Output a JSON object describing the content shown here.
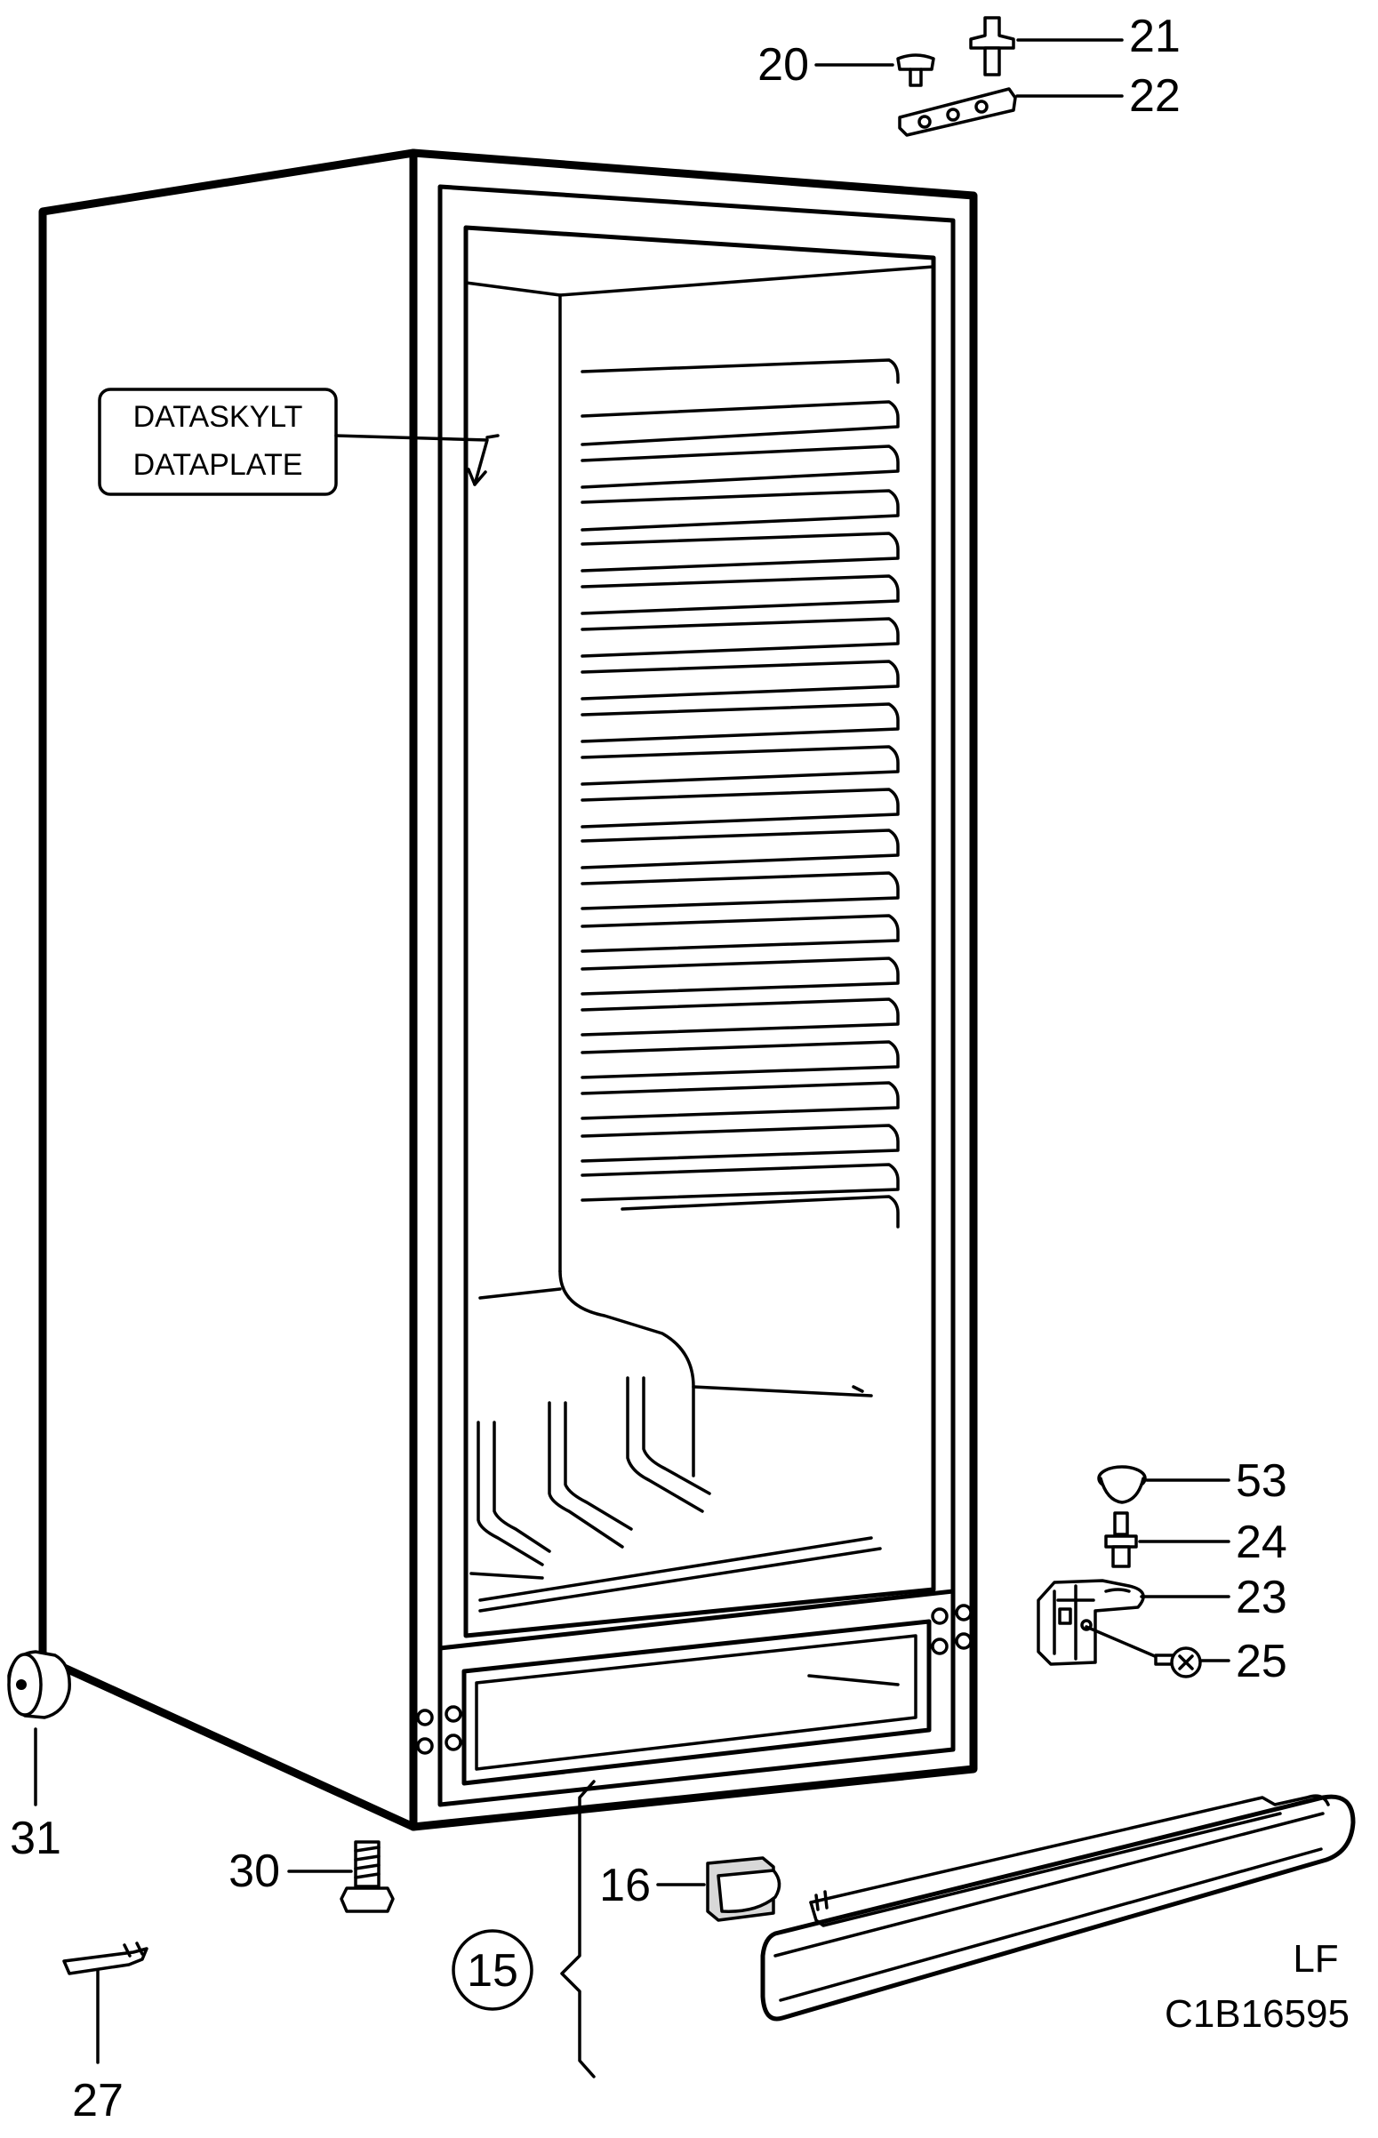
{
  "label_box": {
    "line1": "DATASKYLT",
    "line2": "DATAPLATE"
  },
  "callouts": {
    "c20": "20",
    "c21": "21",
    "c22": "22",
    "c53": "53",
    "c24": "24",
    "c23": "23",
    "c25": "25",
    "c31": "31",
    "c30": "30",
    "c16": "16",
    "c15": "15",
    "c27": "27"
  },
  "corner": {
    "side": "LF",
    "figure_code": "C1B16595"
  }
}
